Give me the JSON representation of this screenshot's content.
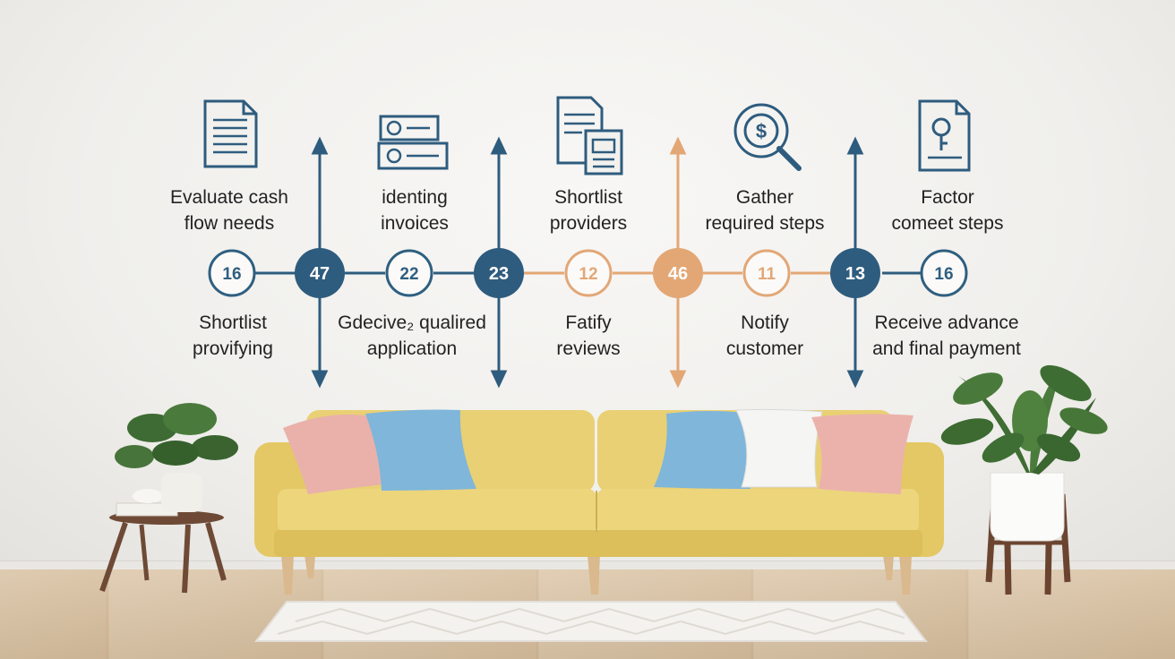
{
  "top_labels": [
    {
      "line1": "Evaluate cash",
      "line2": "flow needs"
    },
    {
      "line1": "identing",
      "line2": "invoices"
    },
    {
      "line1": "Shortlist",
      "line2": "providers"
    },
    {
      "line1": "Gather",
      "line2": "required steps"
    },
    {
      "line1": "Factor",
      "line2": "comeet steps"
    }
  ],
  "bottom_labels": [
    {
      "line1": "Shortlist",
      "line2": "provifying"
    },
    {
      "line1": "Gdecive₂ qualired",
      "line2": "application"
    },
    {
      "line1": "Fatify",
      "line2": "reviews"
    },
    {
      "line1": "Notify",
      "line2": "customer"
    },
    {
      "line1": "Receive advance",
      "line2": "and final payment"
    }
  ],
  "nodes": [
    {
      "value": "16",
      "style": "outline",
      "color": "#2f5f80"
    },
    {
      "value": "47",
      "style": "filled",
      "color": "#2e5c7e"
    },
    {
      "value": "22",
      "style": "outline",
      "color": "#2f5f80"
    },
    {
      "value": "23",
      "style": "filled",
      "color": "#2e5c7e"
    },
    {
      "value": "12",
      "style": "outline",
      "color": "#e2a777"
    },
    {
      "value": "46",
      "style": "filled",
      "color": "#e3a775"
    },
    {
      "value": "11",
      "style": "outline",
      "color": "#e2a777"
    },
    {
      "value": "13",
      "style": "filled",
      "color": "#2e5c7e"
    },
    {
      "value": "16",
      "style": "outline",
      "color": "#2f5f80"
    }
  ],
  "icons": [
    "document-icon",
    "cheque-icon",
    "statement-icon",
    "dollar-search-icon",
    "file-key-icon"
  ],
  "colors": {
    "navy": "#2e5c7e",
    "peach": "#e3a775",
    "sofa": "#e8cf6f"
  }
}
